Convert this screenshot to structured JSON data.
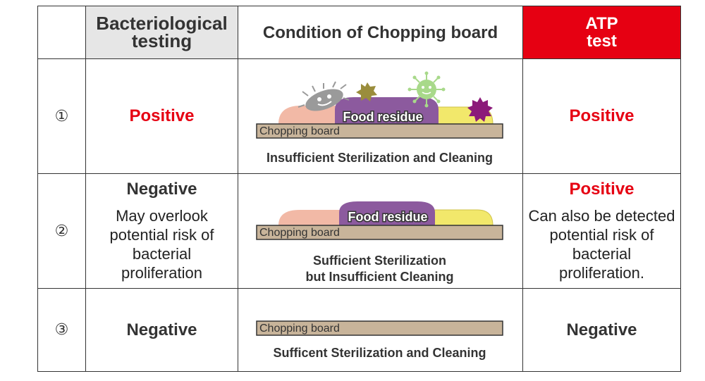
{
  "headers": {
    "bacteriological": "Bacteriological testing",
    "condition": "Condition of Chopping board",
    "atp": "ATP test"
  },
  "rows": [
    {
      "num": "①",
      "bact_result": "Positive",
      "bact_note": "",
      "board_label": "Chopping board",
      "residue_label": "Food residue",
      "caption": "Insufficient Sterilization and Cleaning",
      "atp_result": "Positive",
      "atp_note": ""
    },
    {
      "num": "②",
      "bact_result": "Negative",
      "bact_note": "May overlook potential risk of bacterial proliferation",
      "board_label": "Chopping board",
      "residue_label": "Food residue",
      "caption_line1": "Sufficient Sterilization",
      "caption_line2": "but Insufficient Cleaning",
      "atp_result": "Positive",
      "atp_note": "Can also be detected potential risk of bacterial proliferation."
    },
    {
      "num": "③",
      "bact_result": "Negative",
      "bact_note": "",
      "board_label": "Chopping board",
      "caption": "Sufficent Sterilization and Cleaning",
      "atp_result": "Negative",
      "atp_note": ""
    }
  ],
  "colors": {
    "accent_red": "#e60012",
    "header_grey": "#e6e6e6",
    "board": "#c8b49a",
    "residue_pink": "#f2b9a6",
    "residue_purple": "#8c5a9e",
    "residue_yellow": "#f2e86b",
    "bacteria_grey": "#9a9a9a",
    "bacteria_olive": "#9a8d3c",
    "virus_green": "#a8d98a",
    "bacteria_purple": "#8c1a7a"
  }
}
